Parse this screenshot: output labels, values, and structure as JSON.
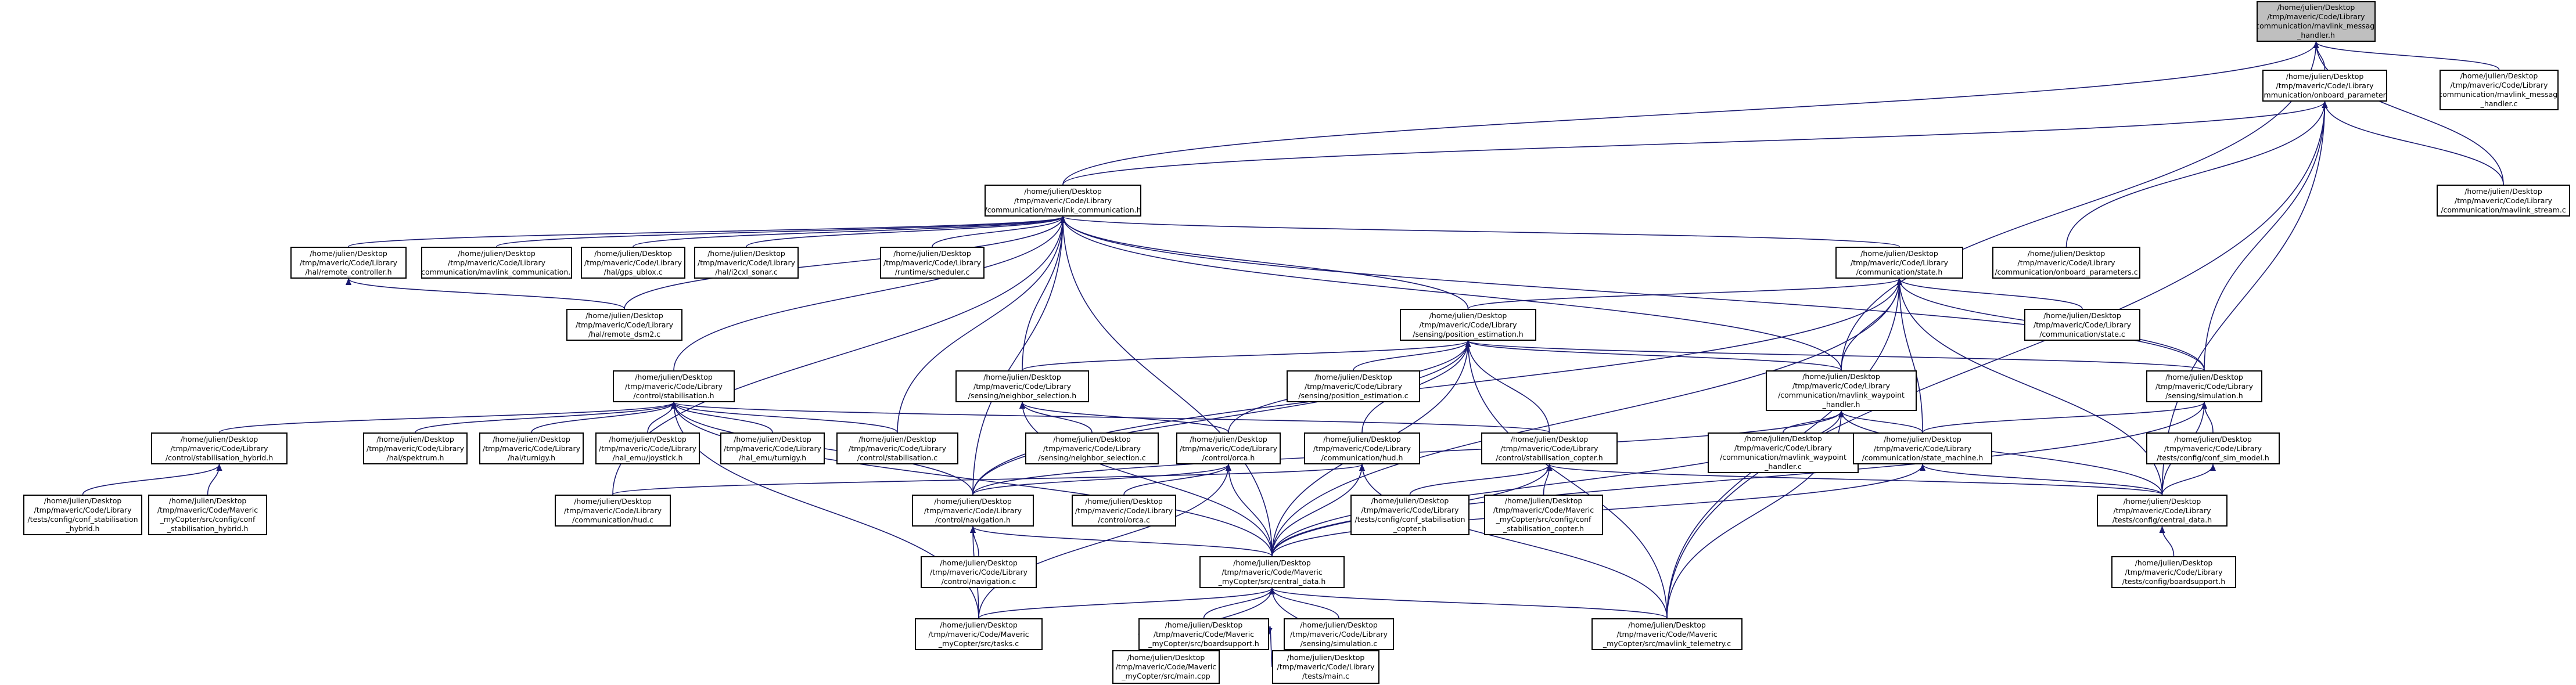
{
  "colors": {
    "node_fill": "#ffffff",
    "root_fill": "#bfbfbf",
    "border": "#000000",
    "edge": "#191970",
    "text": "#000000"
  },
  "nodes": {
    "mavlink_message_handler_h": {
      "lines": [
        "/home/julien/Desktop",
        "/tmp/maveric/Code/Library",
        "/communication/mavlink_message",
        "_handler.h"
      ],
      "root": true
    },
    "onboard_parameters_h": {
      "lines": [
        "/home/julien/Desktop",
        "/tmp/maveric/Code/Library",
        "/communication/onboard_parameters.h"
      ]
    },
    "mavlink_message_handler_c": {
      "lines": [
        "/home/julien/Desktop",
        "/tmp/maveric/Code/Library",
        "/communication/mavlink_message",
        "_handler.c"
      ]
    },
    "mavlink_communication_h": {
      "lines": [
        "/home/julien/Desktop",
        "/tmp/maveric/Code/Library",
        "/communication/mavlink_communication.h"
      ]
    },
    "mavlink_stream_c": {
      "lines": [
        "/home/julien/Desktop",
        "/tmp/maveric/Code/Library",
        "/communication/mavlink_stream.c"
      ]
    },
    "remote_controller_h": {
      "lines": [
        "/home/julien/Desktop",
        "/tmp/maveric/Code/Library",
        "/hal/remote_controller.h"
      ]
    },
    "mavlink_communication_c": {
      "lines": [
        "/home/julien/Desktop",
        "/tmp/maveric/Code/Library",
        "/communication/mavlink_communication.c"
      ]
    },
    "gps_ublox_c": {
      "lines": [
        "/home/julien/Desktop",
        "/tmp/maveric/Code/Library",
        "/hal/gps_ublox.c"
      ]
    },
    "i2cxl_sonar_c": {
      "lines": [
        "/home/julien/Desktop",
        "/tmp/maveric/Code/Library",
        "/hal/i2cxl_sonar.c"
      ]
    },
    "scheduler_c": {
      "lines": [
        "/home/julien/Desktop",
        "/tmp/maveric/Code/Library",
        "/runtime/scheduler.c"
      ]
    },
    "state_h": {
      "lines": [
        "/home/julien/Desktop",
        "/tmp/maveric/Code/Library",
        "/communication/state.h"
      ]
    },
    "onboard_parameters_c": {
      "lines": [
        "/home/julien/Desktop",
        "/tmp/maveric/Code/Library",
        "/communication/onboard_parameters.c"
      ]
    },
    "remote_dsm2_c": {
      "lines": [
        "/home/julien/Desktop",
        "/tmp/maveric/Code/Library",
        "/hal/remote_dsm2.c"
      ]
    },
    "state_c": {
      "lines": [
        "/home/julien/Desktop",
        "/tmp/maveric/Code/Library",
        "/communication/state.c"
      ]
    },
    "position_estimation_h": {
      "lines": [
        "/home/julien/Desktop",
        "/tmp/maveric/Code/Library",
        "/sensing/position_estimation.h"
      ]
    },
    "stabilisation_h": {
      "lines": [
        "/home/julien/Desktop",
        "/tmp/maveric/Code/Library",
        "/control/stabilisation.h"
      ]
    },
    "neighbor_selection_h": {
      "lines": [
        "/home/julien/Desktop",
        "/tmp/maveric/Code/Library",
        "/sensing/neighbor_selection.h"
      ]
    },
    "position_estimation_c": {
      "lines": [
        "/home/julien/Desktop",
        "/tmp/maveric/Code/Library",
        "/sensing/position_estimation.c"
      ]
    },
    "mavlink_waypoint_handler_h": {
      "lines": [
        "/home/julien/Desktop",
        "/tmp/maveric/Code/Library",
        "/communication/mavlink_waypoint",
        "_handler.h"
      ]
    },
    "simulation_h": {
      "lines": [
        "/home/julien/Desktop",
        "/tmp/maveric/Code/Library",
        "/sensing/simulation.h"
      ]
    },
    "stabilisation_hybrid_h": {
      "lines": [
        "/home/julien/Desktop",
        "/tmp/maveric/Code/Library",
        "/control/stabilisation_hybrid.h"
      ]
    },
    "spektrum_h": {
      "lines": [
        "/home/julien/Desktop",
        "/tmp/maveric/Code/Library",
        "/hal/spektrum.h"
      ]
    },
    "turnigy_h": {
      "lines": [
        "/home/julien/Desktop",
        "/tmp/maveric/Code/Library",
        "/hal/turnigy.h"
      ]
    },
    "hal_emu_joystick_h": {
      "lines": [
        "/home/julien/Desktop",
        "/tmp/maveric/Code/Library",
        "/hal_emu/joystick.h"
      ]
    },
    "hal_emu_turnigy_h": {
      "lines": [
        "/home/julien/Desktop",
        "/tmp/maveric/Code/Library",
        "/hal_emu/turnigy.h"
      ]
    },
    "stabilisation_c": {
      "lines": [
        "/home/julien/Desktop",
        "/tmp/maveric/Code/Library",
        "/control/stabilisation.c"
      ]
    },
    "neighbor_selection_c": {
      "lines": [
        "/home/julien/Desktop",
        "/tmp/maveric/Code/Library",
        "/sensing/neighbor_selection.c"
      ]
    },
    "orca_h": {
      "lines": [
        "/home/julien/Desktop",
        "/tmp/maveric/Code/Library",
        "/control/orca.h"
      ]
    },
    "hud_h": {
      "lines": [
        "/home/julien/Desktop",
        "/tmp/maveric/Code/Library",
        "/communication/hud.h"
      ]
    },
    "stabilisation_copter_h": {
      "lines": [
        "/home/julien/Desktop",
        "/tmp/maveric/Code/Library",
        "/control/stabilisation_copter.h"
      ]
    },
    "mavlink_waypoint_handler_c": {
      "lines": [
        "/home/julien/Desktop",
        "/tmp/maveric/Code/Library",
        "/communication/mavlink_waypoint",
        "_handler.c"
      ]
    },
    "state_machine_h": {
      "lines": [
        "/home/julien/Desktop",
        "/tmp/maveric/Code/Library",
        "/communication/state_machine.h"
      ]
    },
    "conf_sim_model_h": {
      "lines": [
        "/home/julien/Desktop",
        "/tmp/maveric/Code/Library",
        "/tests/config/conf_sim_model.h"
      ]
    },
    "tests_conf_stab_hybrid_h": {
      "lines": [
        "/home/julien/Desktop",
        "/tmp/maveric/Code/Library",
        "/tests/config/conf_stabilisation",
        "_hybrid.h"
      ]
    },
    "mycopter_conf_stab_hybrid_h": {
      "lines": [
        "/home/julien/Desktop",
        "/tmp/maveric/Code/Maveric",
        "_myCopter/src/config/conf",
        "_stabilisation_hybrid.h"
      ]
    },
    "hud_c": {
      "lines": [
        "/home/julien/Desktop",
        "/tmp/maveric/Code/Library",
        "/communication/hud.c"
      ]
    },
    "navigation_h": {
      "lines": [
        "/home/julien/Desktop",
        "/tmp/maveric/Code/Library",
        "/control/navigation.h"
      ]
    },
    "orca_c": {
      "lines": [
        "/home/julien/Desktop",
        "/tmp/maveric/Code/Library",
        "/control/orca.c"
      ]
    },
    "tests_conf_stab_copter_h": {
      "lines": [
        "/home/julien/Desktop",
        "/tmp/maveric/Code/Library",
        "/tests/config/conf_stabilisation",
        "_copter.h"
      ]
    },
    "mycopter_conf_stab_copter_h": {
      "lines": [
        "/home/julien/Desktop",
        "/tmp/maveric/Code/Maveric",
        "_myCopter/src/config/conf",
        "_stabilisation_copter.h"
      ]
    },
    "tests_central_data_h": {
      "lines": [
        "/home/julien/Desktop",
        "/tmp/maveric/Code/Library",
        "/tests/config/central_data.h"
      ]
    },
    "navigation_c": {
      "lines": [
        "/home/julien/Desktop",
        "/tmp/maveric/Code/Library",
        "/control/navigation.c"
      ]
    },
    "mycopter_central_data_h": {
      "lines": [
        "/home/julien/Desktop",
        "/tmp/maveric/Code/Maveric",
        "_myCopter/src/central_data.h"
      ]
    },
    "tests_boardsupport_h": {
      "lines": [
        "/home/julien/Desktop",
        "/tmp/maveric/Code/Library",
        "/tests/config/boardsupport.h"
      ]
    },
    "tasks_c": {
      "lines": [
        "/home/julien/Desktop",
        "/tmp/maveric/Code/Maveric",
        "_myCopter/src/tasks.c"
      ]
    },
    "mycopter_boardsupport_h": {
      "lines": [
        "/home/julien/Desktop",
        "/tmp/maveric/Code/Maveric",
        "_myCopter/src/boardsupport.h"
      ]
    },
    "simulation_c": {
      "lines": [
        "/home/julien/Desktop",
        "/tmp/maveric/Code/Library",
        "/sensing/simulation.c"
      ]
    },
    "mavlink_telemetry_c": {
      "lines": [
        "/home/julien/Desktop",
        "/tmp/maveric/Code/Maveric",
        "_myCopter/src/mavlink_telemetry.c"
      ]
    },
    "main_cpp": {
      "lines": [
        "/home/julien/Desktop",
        "/tmp/maveric/Code/Maveric",
        "_myCopter/src/main.cpp"
      ]
    },
    "tests_main_c": {
      "lines": [
        "/home/julien/Desktop",
        "/tmp/maveric/Code/Library",
        "/tests/main.c"
      ]
    }
  },
  "edges": [
    [
      "onboard_parameters_h",
      "mavlink_message_handler_h"
    ],
    [
      "mavlink_message_handler_c",
      "mavlink_message_handler_h"
    ],
    [
      "mavlink_stream_c",
      "mavlink_message_handler_h"
    ],
    [
      "mavlink_communication_h",
      "mavlink_message_handler_h"
    ],
    [
      "mavlink_waypoint_handler_h",
      "mavlink_message_handler_h"
    ],
    [
      "mavlink_communication_h",
      "onboard_parameters_h"
    ],
    [
      "mavlink_stream_c",
      "onboard_parameters_h"
    ],
    [
      "onboard_parameters_c",
      "onboard_parameters_h"
    ],
    [
      "simulation_h",
      "onboard_parameters_h"
    ],
    [
      "tests_central_data_h",
      "onboard_parameters_h"
    ],
    [
      "mavlink_telemetry_c",
      "onboard_parameters_h"
    ],
    [
      "remote_controller_h",
      "mavlink_communication_h"
    ],
    [
      "mavlink_communication_c",
      "mavlink_communication_h"
    ],
    [
      "gps_ublox_c",
      "mavlink_communication_h"
    ],
    [
      "i2cxl_sonar_c",
      "mavlink_communication_h"
    ],
    [
      "scheduler_c",
      "mavlink_communication_h"
    ],
    [
      "state_h",
      "mavlink_communication_h"
    ],
    [
      "remote_dsm2_c",
      "mavlink_communication_h"
    ],
    [
      "position_estimation_h",
      "mavlink_communication_h"
    ],
    [
      "stabilisation_h",
      "mavlink_communication_h"
    ],
    [
      "neighbor_selection_h",
      "mavlink_communication_h"
    ],
    [
      "mavlink_waypoint_handler_h",
      "mavlink_communication_h"
    ],
    [
      "simulation_h",
      "mavlink_communication_h"
    ],
    [
      "stabilisation_c",
      "mavlink_communication_h"
    ],
    [
      "hud_c",
      "mavlink_communication_h"
    ],
    [
      "navigation_h",
      "mavlink_communication_h"
    ],
    [
      "mycopter_central_data_h",
      "mavlink_communication_h"
    ],
    [
      "remote_dsm2_c",
      "remote_controller_h"
    ],
    [
      "state_c",
      "state_h"
    ],
    [
      "position_estimation_h",
      "state_h"
    ],
    [
      "mavlink_waypoint_handler_h",
      "state_h"
    ],
    [
      "simulation_h",
      "state_h"
    ],
    [
      "state_machine_h",
      "state_h"
    ],
    [
      "navigation_h",
      "state_h"
    ],
    [
      "mycopter_central_data_h",
      "state_h"
    ],
    [
      "tests_central_data_h",
      "state_h"
    ],
    [
      "mavlink_telemetry_c",
      "state_h"
    ],
    [
      "neighbor_selection_h",
      "position_estimation_h"
    ],
    [
      "position_estimation_c",
      "position_estimation_h"
    ],
    [
      "mavlink_waypoint_handler_h",
      "position_estimation_h"
    ],
    [
      "simulation_h",
      "position_estimation_h"
    ],
    [
      "orca_h",
      "position_estimation_h"
    ],
    [
      "hud_h",
      "position_estimation_h"
    ],
    [
      "stabilisation_copter_h",
      "position_estimation_h"
    ],
    [
      "navigation_h",
      "position_estimation_h"
    ],
    [
      "mycopter_central_data_h",
      "position_estimation_h"
    ],
    [
      "mavlink_telemetry_c",
      "position_estimation_h"
    ],
    [
      "stabilisation_hybrid_h",
      "stabilisation_h"
    ],
    [
      "spektrum_h",
      "stabilisation_h"
    ],
    [
      "turnigy_h",
      "stabilisation_h"
    ],
    [
      "hal_emu_joystick_h",
      "stabilisation_h"
    ],
    [
      "hal_emu_turnigy_h",
      "stabilisation_h"
    ],
    [
      "stabilisation_c",
      "stabilisation_h"
    ],
    [
      "stabilisation_copter_h",
      "stabilisation_h"
    ],
    [
      "navigation_h",
      "stabilisation_h"
    ],
    [
      "mycopter_central_data_h",
      "stabilisation_h"
    ],
    [
      "tasks_c",
      "stabilisation_h"
    ],
    [
      "neighbor_selection_c",
      "neighbor_selection_h"
    ],
    [
      "orca_h",
      "neighbor_selection_h"
    ],
    [
      "mycopter_central_data_h",
      "neighbor_selection_h"
    ],
    [
      "mavlink_waypoint_handler_c",
      "mavlink_waypoint_handler_h"
    ],
    [
      "state_machine_h",
      "mavlink_waypoint_handler_h"
    ],
    [
      "navigation_h",
      "mavlink_waypoint_handler_h"
    ],
    [
      "mycopter_central_data_h",
      "mavlink_waypoint_handler_h"
    ],
    [
      "tests_central_data_h",
      "mavlink_waypoint_handler_h"
    ],
    [
      "mavlink_telemetry_c",
      "mavlink_waypoint_handler_h"
    ],
    [
      "state_machine_h",
      "simulation_h"
    ],
    [
      "conf_sim_model_h",
      "simulation_h"
    ],
    [
      "tests_central_data_h",
      "simulation_h"
    ],
    [
      "mycopter_central_data_h",
      "simulation_h"
    ],
    [
      "tests_conf_stab_hybrid_h",
      "stabilisation_hybrid_h"
    ],
    [
      "mycopter_conf_stab_hybrid_h",
      "stabilisation_hybrid_h"
    ],
    [
      "navigation_h",
      "orca_h"
    ],
    [
      "orca_c",
      "orca_h"
    ],
    [
      "mycopter_central_data_h",
      "orca_h"
    ],
    [
      "tasks_c",
      "orca_h"
    ],
    [
      "hud_c",
      "hud_h"
    ],
    [
      "mycopter_central_data_h",
      "hud_h"
    ],
    [
      "mavlink_telemetry_c",
      "hud_h"
    ],
    [
      "tests_conf_stab_copter_h",
      "stabilisation_copter_h"
    ],
    [
      "mycopter_conf_stab_copter_h",
      "stabilisation_copter_h"
    ],
    [
      "tests_central_data_h",
      "stabilisation_copter_h"
    ],
    [
      "mycopter_central_data_h",
      "stabilisation_copter_h"
    ],
    [
      "mycopter_central_data_h",
      "state_machine_h"
    ],
    [
      "tests_central_data_h",
      "state_machine_h"
    ],
    [
      "tests_central_data_h",
      "conf_sim_model_h"
    ],
    [
      "navigation_c",
      "navigation_h"
    ],
    [
      "mycopter_central_data_h",
      "navigation_h"
    ],
    [
      "tasks_c",
      "navigation_h"
    ],
    [
      "tests_boardsupport_h",
      "tests_central_data_h"
    ],
    [
      "tasks_c",
      "mycopter_central_data_h"
    ],
    [
      "mycopter_boardsupport_h",
      "mycopter_central_data_h"
    ],
    [
      "simulation_c",
      "mycopter_central_data_h"
    ],
    [
      "mavlink_telemetry_c",
      "mycopter_central_data_h"
    ],
    [
      "main_cpp",
      "mycopter_central_data_h"
    ],
    [
      "tests_main_c",
      "mycopter_central_data_h"
    ],
    [
      "main_cpp",
      "mycopter_boardsupport_h"
    ],
    [
      "tests_main_c",
      "mycopter_boardsupport_h"
    ]
  ]
}
